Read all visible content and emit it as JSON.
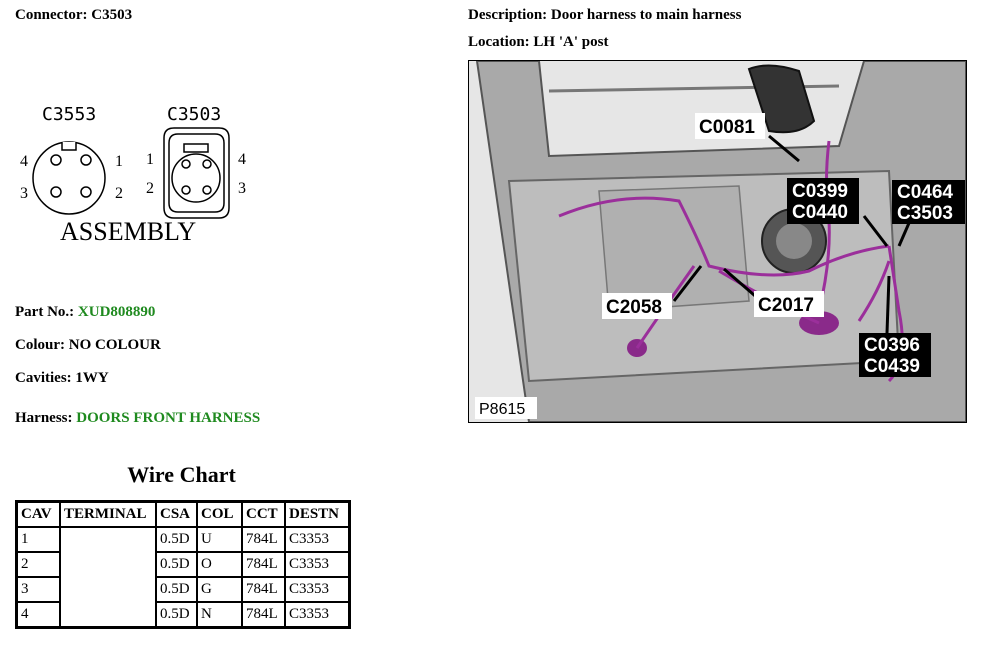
{
  "connector": {
    "label": "Connector:",
    "value": "C3503"
  },
  "description": {
    "label": "Description:",
    "value": "Door harness to main harness"
  },
  "location": {
    "label": "Location:",
    "value": "LH 'A' post"
  },
  "diagram": {
    "left_name": "C3553",
    "right_name": "C3503",
    "caption": "ASSEMBLY",
    "left_pins": [
      "4",
      "1",
      "3",
      "2"
    ],
    "right_pins": [
      "1",
      "4",
      "2",
      "3"
    ]
  },
  "part_no": {
    "label": "Part No.:",
    "value": "XUD808890"
  },
  "colour": {
    "label": "Colour:",
    "value": "NO COLOUR"
  },
  "cavities": {
    "label": "Cavities:",
    "value": "1WY"
  },
  "harness": {
    "label": "Harness:",
    "value": "DOORS FRONT HARNESS"
  },
  "wire_chart": {
    "title": "Wire Chart",
    "headers": [
      "CAV",
      "TERMINAL",
      "CSA",
      "COL",
      "CCT",
      "DESTN"
    ],
    "rows": [
      [
        "1",
        "",
        "0.5D",
        "U",
        "784L",
        "C3353"
      ],
      [
        "2",
        "",
        "0.5D",
        "O",
        "784L",
        "C3353"
      ],
      [
        "3",
        "",
        "0.5D",
        "G",
        "784L",
        "C3353"
      ],
      [
        "4",
        "",
        "0.5D",
        "N",
        "784L",
        "C3353"
      ]
    ]
  },
  "photo": {
    "ref": "P8615",
    "callouts": [
      "C0081",
      "C0399",
      "C0440",
      "C0464",
      "C3503",
      "C2058",
      "C2017",
      "C0396",
      "C0439"
    ]
  },
  "colors": {
    "link_green": "#1f8a1f",
    "harness_purple": "#9b2f9b"
  }
}
